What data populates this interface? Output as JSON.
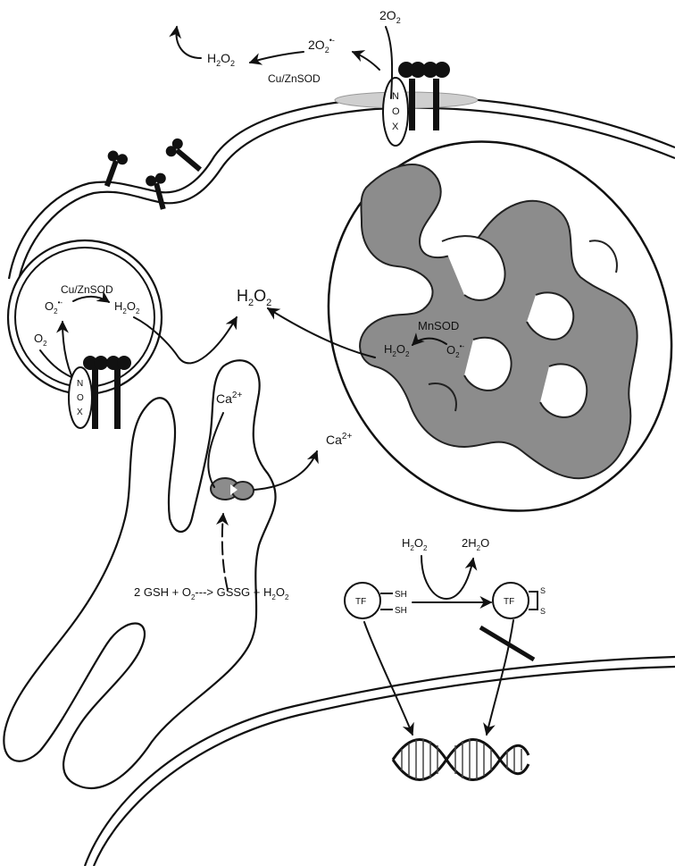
{
  "top_left_H2O2": {
    "base": "H",
    "sub1": "2",
    "mid": "O",
    "sub2": "2"
  },
  "top_superoxide": {
    "base": "2O",
    "sub": "2",
    "sup": "•-"
  },
  "top_O2": {
    "base": "2O",
    "sub": "2"
  },
  "top_enzyme": "Cu/ZnSOD",
  "nox_letters": [
    "N",
    "O",
    "X"
  ],
  "endosome_enzyme": "Cu/ZnSOD",
  "endosome_superoxide": {
    "base": "O",
    "sub": "2",
    "sup": "•-"
  },
  "endosome_O2": {
    "base": "O",
    "sub": "2"
  },
  "endosome_H2O2": {
    "base": "H",
    "sub1": "2",
    "mid": "O",
    "sub2": "2"
  },
  "cytosol_H2O2": {
    "base": "H",
    "sub1": "2",
    "mid": "O",
    "sub2": "2"
  },
  "mito_enzyme": "MnSOD",
  "mito_H2O2": {
    "base": "H",
    "sub1": "2",
    "mid": "O",
    "sub2": "2"
  },
  "mito_superoxide": {
    "base": "O",
    "sub": "2",
    "sup": "•-"
  },
  "ca_er": {
    "base": "Ca",
    "sup": "2+"
  },
  "ca_cytosol": {
    "base": "Ca",
    "sup": "2+"
  },
  "er_reaction": {
    "p1": "2 GSH + O",
    "s1": "2",
    "p2": "---> GSSG + H",
    "s2": "2",
    "p3": "O",
    "s3": "2"
  },
  "redox_H2O2": {
    "base": "H",
    "sub1": "2",
    "mid": "O",
    "sub2": "2"
  },
  "redox_water": {
    "base": "2H",
    "sub": "2",
    "tail": "O"
  },
  "tf_label": "TF",
  "tf_ox_label": "TF",
  "sh_labels": [
    "SH",
    "SH"
  ],
  "s_labels": [
    "S",
    "S"
  ]
}
